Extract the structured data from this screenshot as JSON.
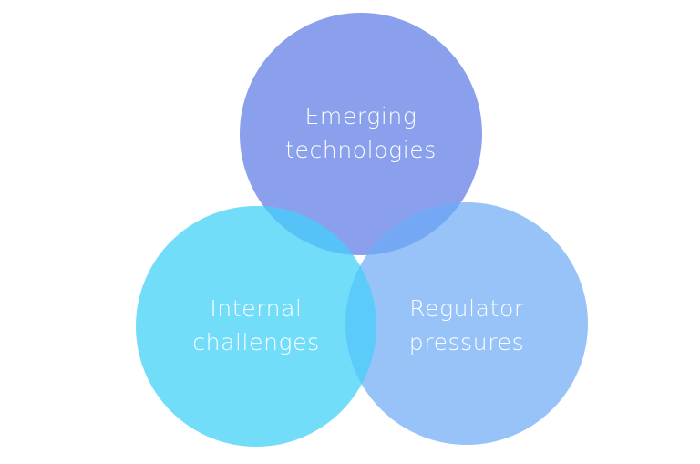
{
  "diagram": {
    "type": "venn",
    "circles": [
      {
        "id": "top",
        "line1": "Emerging",
        "line2": "technologies",
        "color": "#8AA0EC"
      },
      {
        "id": "left",
        "line1": "Internal",
        "line2": "challenges",
        "color": "#72DDF9"
      },
      {
        "id": "right",
        "line1": "Regulator",
        "line2": "pressures",
        "color": "#98C3F9"
      }
    ],
    "overlaps": {
      "top_left": "#55C3F7",
      "top_right": "#74A8F4",
      "left_right": "#5BCCFA"
    }
  }
}
